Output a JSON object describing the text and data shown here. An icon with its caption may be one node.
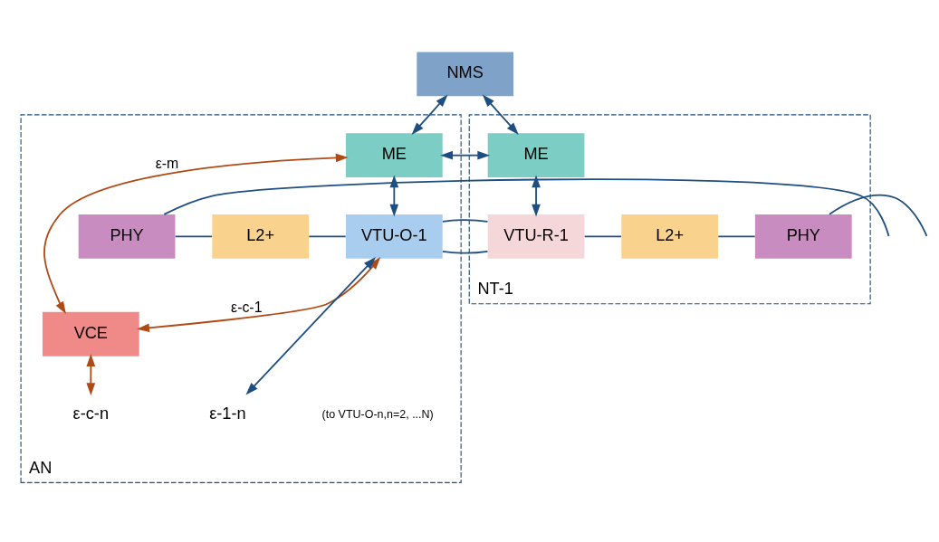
{
  "diagram": {
    "nodes": [
      {
        "text": [
          "AN"
        ]
      },
      {
        "text": [
          "NT-1"
        ]
      },
      {
        "text": [
          "NMS"
        ]
      },
      {
        "text": [
          "ME"
        ],
        "in": 0
      },
      {
        "text": [
          "PHY"
        ],
        "in": 0
      },
      {
        "text": [
          "L2+"
        ],
        "in": 0
      },
      {
        "text": [
          "VTU-O-1"
        ],
        "in": 0
      },
      {
        "text": [
          "VCE"
        ],
        "in": 0
      },
      {
        "text": [
          "ε-c-n"
        ],
        "in": 0
      },
      {
        "text": [
          "ε-1-n"
        ],
        "in": 0
      },
      {
        "text": [
          "ME"
        ],
        "in": 1
      },
      {
        "text": [
          "VTU-R-1"
        ],
        "in": 1
      },
      {
        "text": [
          "L2+"
        ],
        "in": 1
      },
      {
        "text": [
          "PHY"
        ],
        "in": 1
      }
    ],
    "edges": [
      {
        "from": 2,
        "to": 3,
        "arrow": "both"
      },
      {
        "from": 2,
        "to": 10,
        "arrow": "both"
      },
      {
        "from": 3,
        "to": 10,
        "arrow": "both"
      },
      {
        "from": 3,
        "to": 6,
        "arrow": "both"
      },
      {
        "from": 10,
        "to": 11,
        "arrow": "both"
      },
      {
        "from": 3,
        "to": 7,
        "arrow": "both",
        "label": "ε-m",
        "color": "#b04a14"
      },
      {
        "from": 6,
        "to": 7,
        "arrow": "both",
        "label": "ε-c-1",
        "color": "#b04a14"
      },
      {
        "from": 7,
        "to": 8,
        "arrow": "both",
        "color": "#b04a14"
      },
      {
        "from": 6,
        "to": 9,
        "arrow": "both"
      },
      {
        "from": null,
        "to": 4,
        "arrow": "none"
      },
      {
        "from": 4,
        "to": 5,
        "arrow": "none"
      },
      {
        "from": 5,
        "to": 6,
        "arrow": "none"
      },
      {
        "from": 6,
        "to": 11,
        "arrow": "none"
      },
      {
        "from": 11,
        "to": 12,
        "arrow": "none"
      },
      {
        "from": 12,
        "to": 13,
        "arrow": "none"
      },
      {
        "from": 13,
        "to": null,
        "arrow": "none"
      }
    ],
    "labels": [
      "(to VTU-O-n,n=2, ...N)"
    ]
  }
}
